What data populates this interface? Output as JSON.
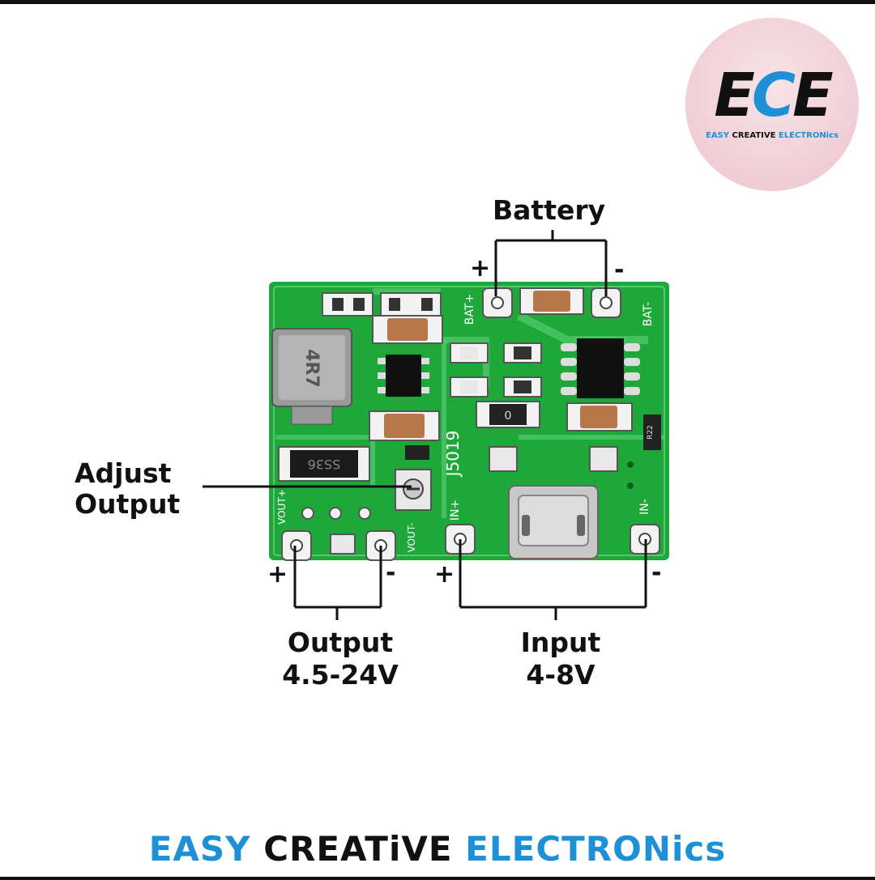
{
  "logo": {
    "mark_left": "E",
    "mark_mid": "C",
    "mark_right": "E",
    "text_part1": "EASY",
    "text_part2": "CREATIVE",
    "text_part3": "ELECTRONics"
  },
  "labels": {
    "battery": "Battery",
    "battery_plus": "+",
    "battery_minus": "-",
    "adjust_line1": "Adjust",
    "adjust_line2": "Output",
    "output_line1": "Output",
    "output_line2": "4.5-24V",
    "output_plus": "+",
    "output_minus": "-",
    "input_line1": "Input",
    "input_line2": "4-8V",
    "input_plus": "+",
    "input_minus": "-"
  },
  "board": {
    "pcb_color": "#1fa83a",
    "silk_bat_plus": "BAT+",
    "silk_bat_minus": "BAT-",
    "silk_in_plus": "IN+",
    "silk_in_minus": "IN-",
    "silk_vout_plus": "VOUT+",
    "silk_vout_minus": "VOUT-",
    "silk_model": "J5019",
    "inductor_marking": "4R7",
    "diode_marking": "SS36",
    "resistor_marking": "0",
    "small_resistor_marking": "R22"
  },
  "footer": {
    "part1": "EASY",
    "part2": "CREATiVE",
    "part3": "ELECTRONics"
  }
}
